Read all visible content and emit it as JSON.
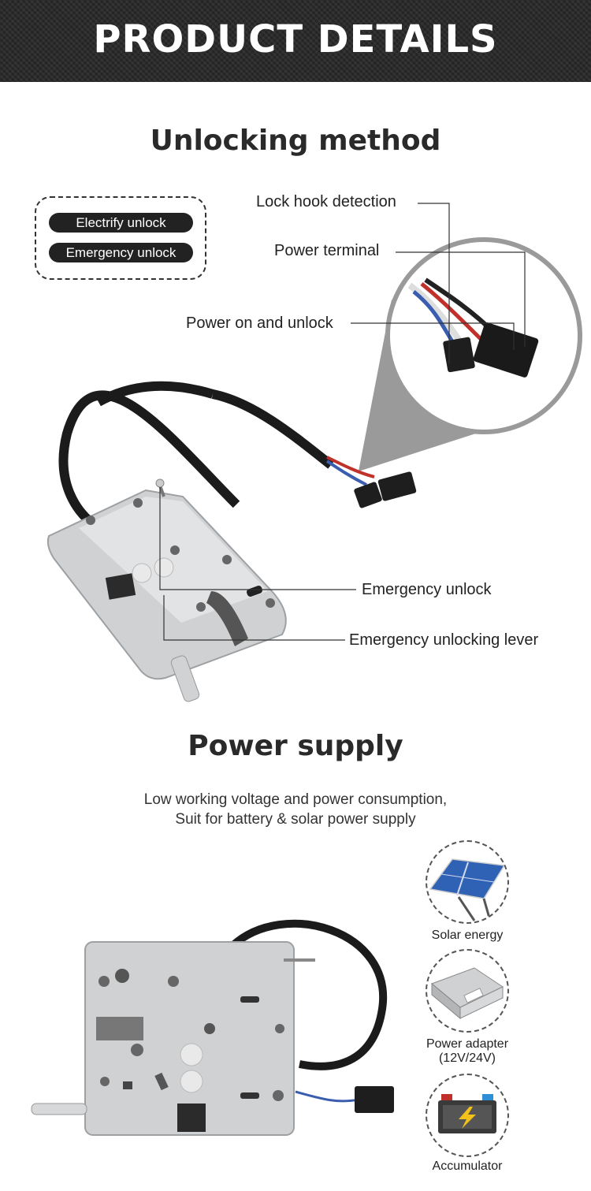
{
  "header": {
    "title": "PRODUCT DETAILS"
  },
  "unlocking": {
    "title": "Unlocking method",
    "methods": [
      "Electrify unlock",
      "Emergency unlock"
    ],
    "callouts": {
      "lock_hook_detection": "Lock hook detection",
      "power_terminal": "Power terminal",
      "power_on_unlock": "Power on and unlock",
      "emergency_unlock": "Emergency unlock",
      "emergency_lever": "Emergency unlocking lever"
    }
  },
  "power": {
    "title": "Power supply",
    "subtitle_line1": "Low working voltage and power consumption,",
    "subtitle_line2": "Suit for battery & solar power supply",
    "sources": [
      {
        "label": "Solar energy",
        "icon": "solar-panel-icon"
      },
      {
        "label": "Power adapter",
        "label2": "(12V/24V)",
        "icon": "power-adapter-icon"
      },
      {
        "label": "Accumulator",
        "icon": "battery-icon"
      }
    ]
  },
  "colors": {
    "header_bg": "#2b2b2b",
    "pill_bg": "#222222",
    "magnifier_gray": "#9a9a9a"
  }
}
